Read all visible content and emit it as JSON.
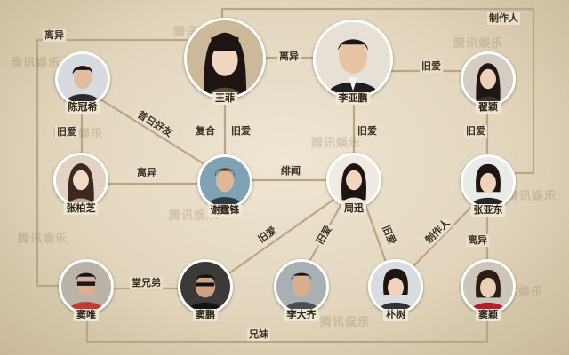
{
  "people": {
    "wangfei": "王菲",
    "liyapeng": "李亚鹏",
    "chenguanxi": "陈冠希",
    "zhaiying": "翟颖",
    "zhangbozhi": "张柏芝",
    "xietingfeng": "谢霆锋",
    "zhouxun": "周迅",
    "zhangyadong": "张亚东",
    "douwei": "窦唯",
    "doupeng": "窦鹏",
    "lidaqi": "李大齐",
    "pushu": "朴树",
    "douying": "窦颖"
  },
  "relations": {
    "liyi_top": "离异",
    "zhizuoren_top": "制作人",
    "liyi_wf_lyp": "离异",
    "jiuai_lyp_zy": "旧爱",
    "xiri_haoyou": "昔日好友",
    "fuhe": "复合",
    "jiuai_wf_xtf": "旧爱",
    "jiuai_cgx_zbz": "旧爱",
    "jiuai_lyp_zx": "旧爱",
    "jiuai_zy_zyd": "旧爱",
    "liyi_zbz_xtf": "离异",
    "feiwen": "绯闻",
    "jiuai_zx_dp": "旧爱",
    "jiuai_zx_ldq": "旧爱",
    "jiuai_zx_ps": "旧爱",
    "zhizuoren_zyd_ps": "制作人",
    "liyi_zyd_dy": "离异",
    "tangxiongdi": "堂兄弟",
    "xiongmei": "兄妹"
  },
  "watermark": "腾讯娱乐"
}
